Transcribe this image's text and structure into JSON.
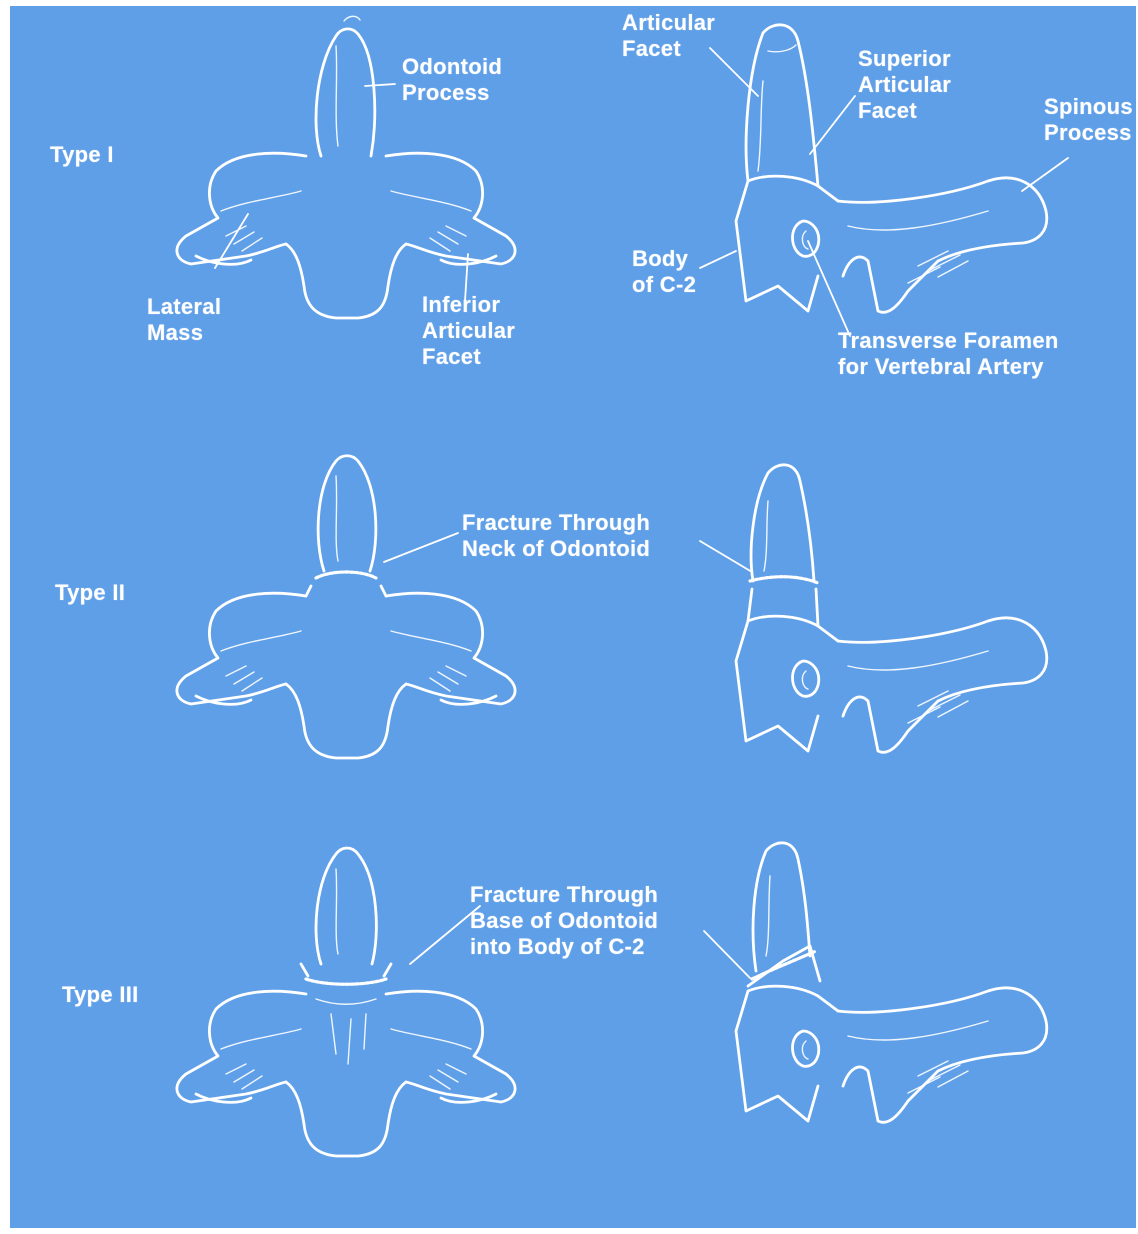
{
  "types": {
    "type1": "Type I",
    "type2": "Type II",
    "type3": "Type III"
  },
  "labels": {
    "odontoid_process": [
      "Odontoid",
      "Process"
    ],
    "lateral_mass": [
      "Lateral",
      "Mass"
    ],
    "inferior_articular_facet": [
      "Inferior",
      "Articular",
      "Facet"
    ],
    "articular_facet": [
      "Articular",
      "Facet"
    ],
    "superior_articular_facet": [
      "Superior",
      "Articular",
      "Facet"
    ],
    "spinous_process": [
      "Spinous",
      "Process"
    ],
    "body_of_c2": [
      "Body",
      "of C-2"
    ],
    "transverse_foramen": [
      "Transverse Foramen",
      "for Vertebral Artery"
    ],
    "fracture_neck": [
      "Fracture Through",
      "Neck of Odontoid"
    ],
    "fracture_base": [
      "Fracture Through",
      "Base of Odontoid",
      "into Body of C-2"
    ]
  },
  "colors": {
    "background": "#5f9fe8",
    "ink": "#ffffff"
  }
}
